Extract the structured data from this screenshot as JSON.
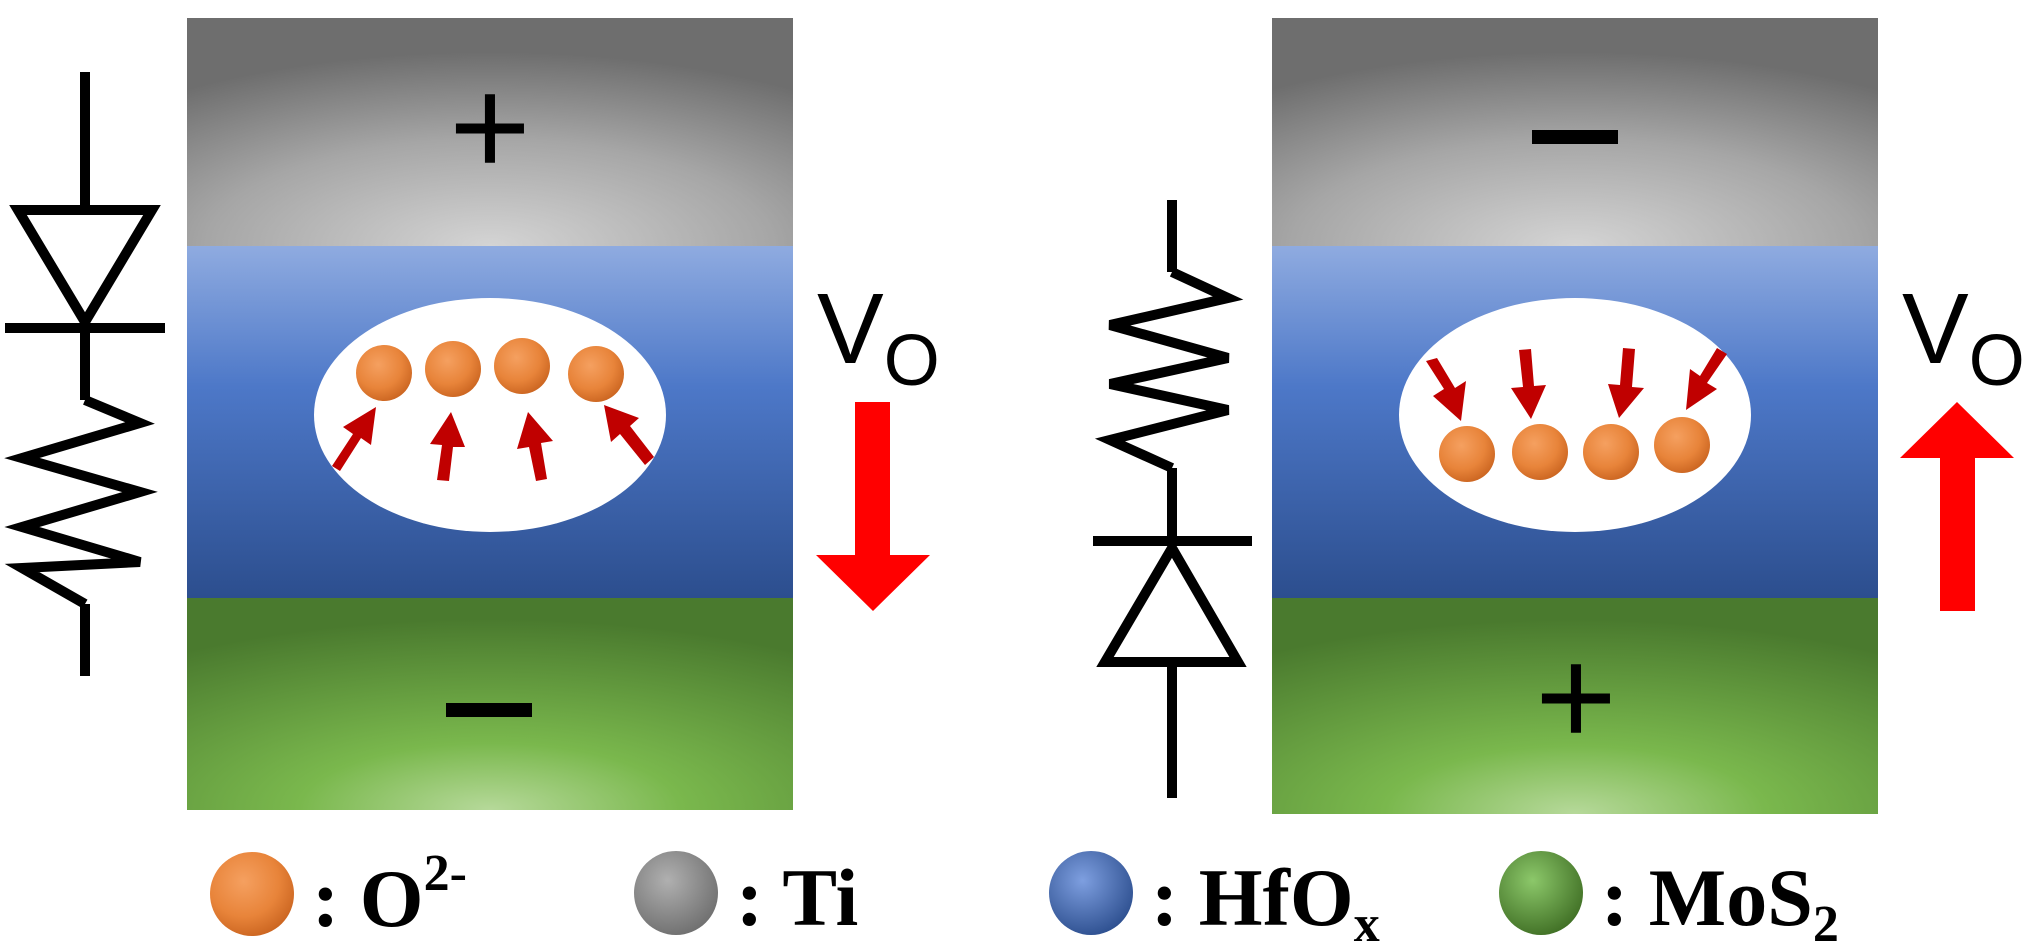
{
  "panels": [
    {
      "id": "left",
      "top_sign": "+",
      "bottom_sign": "−",
      "vo_label_main": "V",
      "vo_label_sub": "O",
      "vo_direction": "down",
      "ion_motion": "toward top electrode",
      "circuit_order": "diode-over-resistor"
    },
    {
      "id": "right",
      "top_sign": "−",
      "bottom_sign": "+",
      "vo_label_main": "V",
      "vo_label_sub": "O",
      "vo_direction": "up",
      "ion_motion": "toward bottom electrode",
      "circuit_order": "resistor-over-diode"
    }
  ],
  "legend": [
    {
      "name": "oxygen-ion",
      "color": "#e8843a",
      "label": ": O",
      "sup": "2-",
      "sub": ""
    },
    {
      "name": "ti",
      "color": "#8a8a8a",
      "label": ": Ti",
      "sup": "",
      "sub": ""
    },
    {
      "name": "hfox",
      "color": "#3f6fc0",
      "label": ": HfO",
      "sup": "",
      "sub": "x"
    },
    {
      "name": "mos2",
      "color": "#5f9e3a",
      "label": ": MoS",
      "sup": "",
      "sub": "2"
    }
  ],
  "colors": {
    "ti_layer": "#9a9a9a",
    "hfox_layer": "#4a72c2",
    "mos2_layer": "#6aa645",
    "ion": "#e8843a",
    "ion_arrow": "#c00000",
    "vo_arrow": "#ff0000"
  }
}
